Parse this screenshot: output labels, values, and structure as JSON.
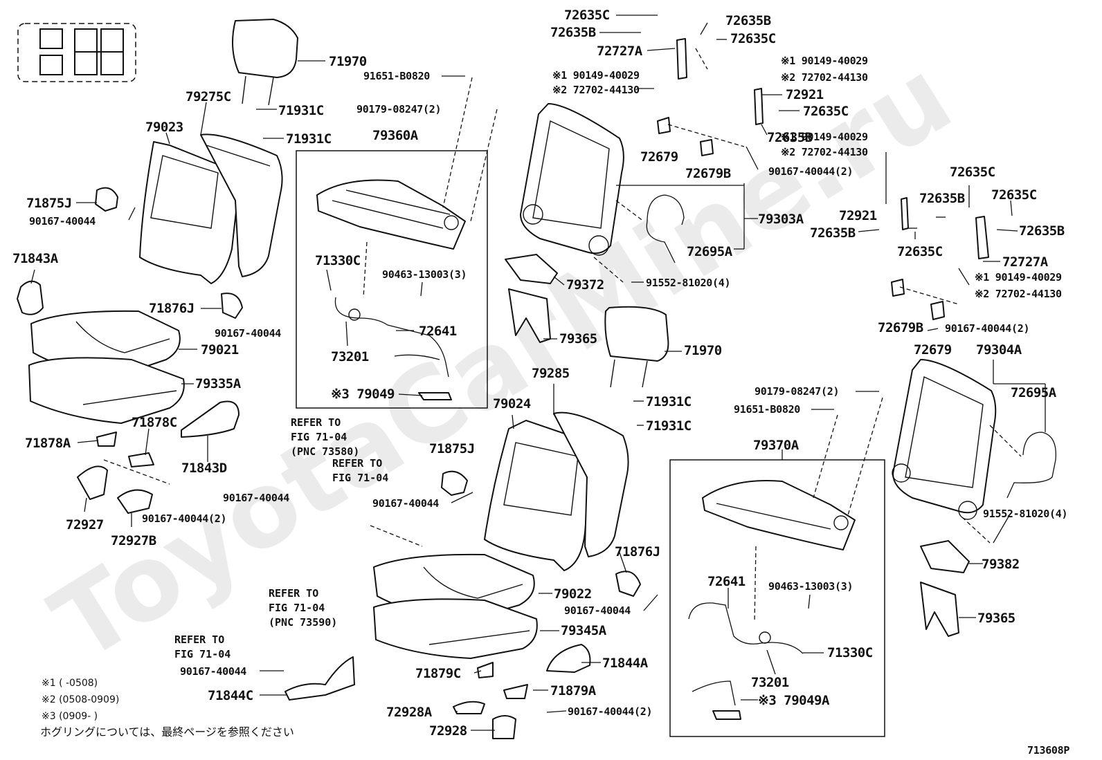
{
  "watermark": "ToyotaCarMine.ru",
  "figure_code": "713608P",
  "notes": [
    "※1 (      -0508)",
    "※2 (0508-0909)",
    "※3 (0909-      )"
  ],
  "footer_jp": "ホグリングについては、最終ページを参照ください",
  "labels": {
    "l71970a": "71970",
    "l79275c": "79275C",
    "l71931c_a": "71931C",
    "l71931c_b": "71931C",
    "l79023": "79023",
    "l71875j_a": "71875J",
    "l90167_a": "90167-40044",
    "l71843a": "71843A",
    "l71876j_a": "71876J",
    "l90167_b": "90167-40044",
    "l79021": "79021",
    "l79335a": "79335A",
    "l71878c": "71878C",
    "l71878a": "71878A",
    "l71843d": "71843D",
    "l72927": "72927",
    "l72927b": "72927B",
    "l90167_c": "90167-40044(2)",
    "l90167_d": "90167-40044",
    "l91651_a": "91651-B0820",
    "l90179_a": "90179-08247(2)",
    "l79360a": "79360A",
    "l71330c_a": "71330C",
    "l90463_a": "90463-13003(3)",
    "l72641_a": "72641",
    "l73201_a": "73201",
    "l79049": "※3 79049",
    "l72635c_1": "72635C",
    "l72635b_1": "72635B",
    "l72635b_2": "72635B",
    "l72635c_2": "72635C",
    "l72727a_1": "72727A",
    "l_note1a": "※1 90149-40029",
    "l_note2a": "※2 72702-44130",
    "l_note1b": "※1 90149-40029",
    "l_note2b": "※2 72702-44130",
    "l72921_a": "72921",
    "l72635c_3": "72635C",
    "l72635b_3": "72635B",
    "l_note1c": "※1 90149-40029",
    "l_note2c": "※2 72702-44130",
    "l72679_a": "72679",
    "l72679b_a": "72679B",
    "l90167_e": "90167-40044(2)",
    "l79303a": "79303A",
    "l72695a_a": "72695A",
    "l79372": "79372",
    "l91552_a": "91552-81020(4)",
    "l79365_a": "79365",
    "l71970b": "71970",
    "l79285": "79285",
    "l71931c_c": "71931C",
    "l71931c_d": "71931C",
    "l79024": "79024",
    "l71875j_b": "71875J",
    "l90167_f": "90167-40044",
    "l71876j_b": "71876J",
    "l90167_g": "90167-40044",
    "l79022": "79022",
    "l79345a": "79345A",
    "l71844a": "71844A",
    "l71879c": "71879C",
    "l71879a": "71879A",
    "l72928a": "72928A",
    "l90167_h": "90167-40044(2)",
    "l72928": "72928",
    "l71844c": "71844C",
    "l90167_i": "90167-40044",
    "l72635c_4": "72635C",
    "l72635b_4": "72635B",
    "l72635c_5": "72635C",
    "l72921_b": "72921",
    "l72635b_5": "72635B",
    "l72635b_6": "72635B",
    "l72635c_6": "72635C",
    "l72727a_2": "72727A",
    "l_note1d": "※1 90149-40029",
    "l_note2d": "※2 72702-44130",
    "l72679b_b": "72679B",
    "l90167_j": "90167-40044(2)",
    "l72679_b": "72679",
    "l79304a": "79304A",
    "l72695a_b": "72695A",
    "l90179_b": "90179-08247(2)",
    "l91651_b": "91651-B0820",
    "l79370a": "79370A",
    "l91552_b": "91552-81020(4)",
    "l79382": "79382",
    "l72641_b": "72641",
    "l90463_b": "90463-13003(3)",
    "l79365_b": "79365",
    "l71330c_b": "71330C",
    "l73201_b": "73201",
    "l79049a": "※3 79049A"
  },
  "refs": {
    "r1_a": "REFER TO",
    "r1_b": "FIG 71-04",
    "r1_c": "(PNC 73580)",
    "r2_a": "REFER TO",
    "r2_b": "FIG 71-04",
    "r3_a": "REFER TO",
    "r3_b": "FIG 71-04",
    "r3_c": "(PNC 73590)",
    "r4_a": "REFER TO",
    "r4_b": "FIG 71-04"
  }
}
